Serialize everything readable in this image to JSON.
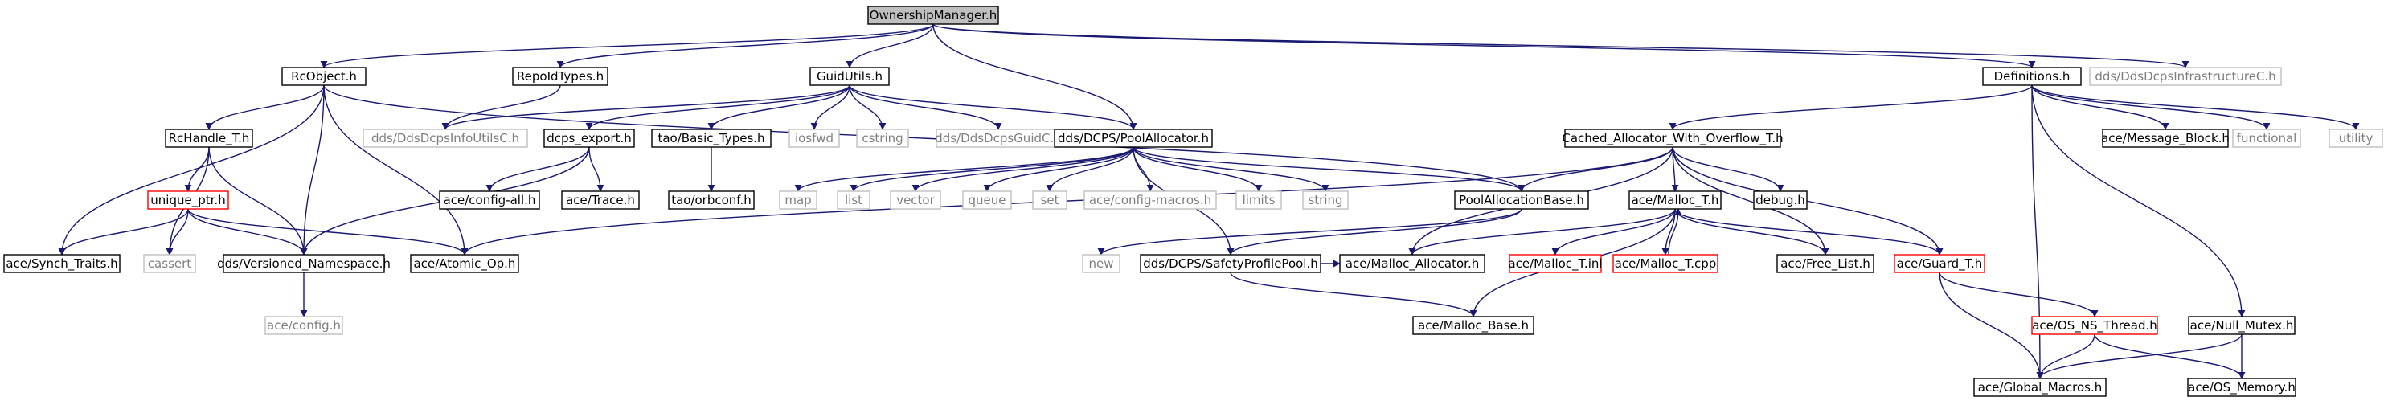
{
  "title": "",
  "colors": {
    "edge": "#191970",
    "node_border": "#000000",
    "node_border_missing": "#bfbfbf",
    "node_border_truncated": "#ff0000",
    "root_fill": "#bfbfbf",
    "node_fill": "#ffffff",
    "text": "#000000",
    "text_missing": "#7f7f7f"
  },
  "nodes": {
    "ownership_manager": {
      "label": "OwnershipManager.h",
      "kind": "root"
    },
    "rcobject": {
      "label": "RcObject.h",
      "kind": "normal"
    },
    "repoidtypes": {
      "label": "RepoIdTypes.h",
      "kind": "normal"
    },
    "guidutils": {
      "label": "GuidUtils.h",
      "kind": "normal"
    },
    "definitions": {
      "label": "Definitions.h",
      "kind": "normal"
    },
    "dds_infra": {
      "label": "dds/DdsDcpsInfrastructureC.h",
      "kind": "missing"
    },
    "rchandle": {
      "label": "RcHandle_T.h",
      "kind": "normal"
    },
    "dds_infoutils": {
      "label": "dds/DdsDcpsInfoUtilsC.h",
      "kind": "missing"
    },
    "dcps_export": {
      "label": "dcps_export.h",
      "kind": "normal"
    },
    "tao_basic": {
      "label": "tao/Basic_Types.h",
      "kind": "normal"
    },
    "iosfwd": {
      "label": "iosfwd",
      "kind": "missing"
    },
    "cstring": {
      "label": "cstring",
      "kind": "missing"
    },
    "dds_guid": {
      "label": "dds/DdsDcpsGuidC.h",
      "kind": "missing"
    },
    "pool_allocator": {
      "label": "dds/DCPS/PoolAllocator.h",
      "kind": "normal"
    },
    "cached_alloc": {
      "label": "Cached_Allocator_With_Overflow_T.h",
      "kind": "normal"
    },
    "message_block": {
      "label": "ace/Message_Block.h",
      "kind": "normal"
    },
    "functional": {
      "label": "functional",
      "kind": "missing"
    },
    "utility": {
      "label": "utility",
      "kind": "missing"
    },
    "unique_ptr": {
      "label": "unique_ptr.h",
      "kind": "truncated"
    },
    "config_all": {
      "label": "ace/config-all.h",
      "kind": "normal"
    },
    "trace": {
      "label": "ace/Trace.h",
      "kind": "normal"
    },
    "orbconf": {
      "label": "tao/orbconf.h",
      "kind": "normal"
    },
    "map": {
      "label": "map",
      "kind": "missing"
    },
    "list": {
      "label": "list",
      "kind": "missing"
    },
    "vector": {
      "label": "vector",
      "kind": "missing"
    },
    "queue": {
      "label": "queue",
      "kind": "missing"
    },
    "set": {
      "label": "set",
      "kind": "missing"
    },
    "config_macros": {
      "label": "ace/config-macros.h",
      "kind": "missing"
    },
    "limits": {
      "label": "limits",
      "kind": "missing"
    },
    "string": {
      "label": "string",
      "kind": "missing"
    },
    "pool_alloc_base": {
      "label": "PoolAllocationBase.h",
      "kind": "normal"
    },
    "malloc_t": {
      "label": "ace/Malloc_T.h",
      "kind": "normal"
    },
    "debug": {
      "label": "debug.h",
      "kind": "normal"
    },
    "synch_traits": {
      "label": "ace/Synch_Traits.h",
      "kind": "normal"
    },
    "cassert": {
      "label": "cassert",
      "kind": "missing"
    },
    "versioned_ns": {
      "label": "dds/Versioned_Namespace.h",
      "kind": "normal"
    },
    "atomic_op": {
      "label": "ace/Atomic_Op.h",
      "kind": "normal"
    },
    "new": {
      "label": "new",
      "kind": "missing"
    },
    "safety_pool": {
      "label": "dds/DCPS/SafetyProfilePool.h",
      "kind": "normal"
    },
    "malloc_allocator": {
      "label": "ace/Malloc_Allocator.h",
      "kind": "normal"
    },
    "malloc_t_inl": {
      "label": "ace/Malloc_T.inl",
      "kind": "truncated"
    },
    "malloc_t_cpp": {
      "label": "ace/Malloc_T.cpp",
      "kind": "truncated"
    },
    "free_list": {
      "label": "ace/Free_List.h",
      "kind": "normal"
    },
    "guard_t": {
      "label": "ace/Guard_T.h",
      "kind": "truncated"
    },
    "null_mutex": {
      "label": "ace/Null_Mutex.h",
      "kind": "normal"
    },
    "ace_config": {
      "label": "ace/config.h",
      "kind": "missing"
    },
    "malloc_base": {
      "label": "ace/Malloc_Base.h",
      "kind": "normal"
    },
    "os_ns_thread": {
      "label": "ace/OS_NS_Thread.h",
      "kind": "truncated"
    },
    "global_macros": {
      "label": "ace/Global_Macros.h",
      "kind": "normal"
    },
    "os_memory": {
      "label": "ace/OS_Memory.h",
      "kind": "normal"
    }
  },
  "edges": [
    [
      "ownership_manager",
      "rcobject"
    ],
    [
      "ownership_manager",
      "repoidtypes"
    ],
    [
      "ownership_manager",
      "guidutils"
    ],
    [
      "ownership_manager",
      "pool_allocator"
    ],
    [
      "ownership_manager",
      "definitions"
    ],
    [
      "ownership_manager",
      "dds_infra"
    ],
    [
      "rcobject",
      "rchandle"
    ],
    [
      "rcobject",
      "synch_traits"
    ],
    [
      "rcobject",
      "versioned_ns"
    ],
    [
      "rcobject",
      "atomic_op"
    ],
    [
      "rcobject",
      "pool_alloc_base"
    ],
    [
      "repoidtypes",
      "dds_infoutils"
    ],
    [
      "guidutils",
      "dds_infoutils"
    ],
    [
      "guidutils",
      "dcps_export"
    ],
    [
      "guidutils",
      "tao_basic"
    ],
    [
      "guidutils",
      "iosfwd"
    ],
    [
      "guidutils",
      "cstring"
    ],
    [
      "guidutils",
      "dds_guid"
    ],
    [
      "guidutils",
      "pool_allocator"
    ],
    [
      "rchandle",
      "unique_ptr"
    ],
    [
      "rchandle",
      "cassert"
    ],
    [
      "rchandle",
      "versioned_ns"
    ],
    [
      "unique_ptr",
      "synch_traits"
    ],
    [
      "unique_ptr",
      "cassert"
    ],
    [
      "unique_ptr",
      "versioned_ns"
    ],
    [
      "unique_ptr",
      "atomic_op"
    ],
    [
      "dcps_export",
      "config_all"
    ],
    [
      "dcps_export",
      "trace"
    ],
    [
      "dcps_export",
      "versioned_ns"
    ],
    [
      "tao_basic",
      "orbconf"
    ],
    [
      "pool_allocator",
      "map"
    ],
    [
      "pool_allocator",
      "list"
    ],
    [
      "pool_allocator",
      "vector"
    ],
    [
      "pool_allocator",
      "queue"
    ],
    [
      "pool_allocator",
      "set"
    ],
    [
      "pool_allocator",
      "config_macros"
    ],
    [
      "pool_allocator",
      "limits"
    ],
    [
      "pool_allocator",
      "string"
    ],
    [
      "pool_allocator",
      "pool_alloc_base"
    ],
    [
      "pool_allocator",
      "safety_pool"
    ],
    [
      "versioned_ns",
      "ace_config"
    ],
    [
      "definitions",
      "cached_alloc"
    ],
    [
      "definitions",
      "message_block"
    ],
    [
      "definitions",
      "functional"
    ],
    [
      "definitions",
      "utility"
    ],
    [
      "definitions",
      "global_macros"
    ],
    [
      "definitions",
      "null_mutex"
    ],
    [
      "cached_alloc",
      "atomic_op"
    ],
    [
      "cached_alloc",
      "pool_alloc_base"
    ],
    [
      "cached_alloc",
      "malloc_t"
    ],
    [
      "cached_alloc",
      "debug"
    ],
    [
      "cached_alloc",
      "malloc_allocator"
    ],
    [
      "cached_alloc",
      "free_list"
    ],
    [
      "cached_alloc",
      "guard_t"
    ],
    [
      "pool_alloc_base",
      "new"
    ],
    [
      "pool_alloc_base",
      "safety_pool"
    ],
    [
      "safety_pool",
      "malloc_allocator"
    ],
    [
      "safety_pool",
      "malloc_base"
    ],
    [
      "malloc_t",
      "malloc_allocator"
    ],
    [
      "malloc_t",
      "malloc_t_inl"
    ],
    [
      "malloc_t",
      "malloc_t_cpp"
    ],
    [
      "malloc_t_cpp",
      "malloc_t"
    ],
    [
      "malloc_t",
      "free_list"
    ],
    [
      "malloc_t",
      "guard_t"
    ],
    [
      "malloc_t",
      "malloc_base"
    ],
    [
      "guard_t",
      "global_macros"
    ],
    [
      "guard_t",
      "os_ns_thread"
    ],
    [
      "os_ns_thread",
      "global_macros"
    ],
    [
      "os_ns_thread",
      "os_memory"
    ],
    [
      "null_mutex",
      "global_macros"
    ],
    [
      "null_mutex",
      "os_memory"
    ]
  ]
}
